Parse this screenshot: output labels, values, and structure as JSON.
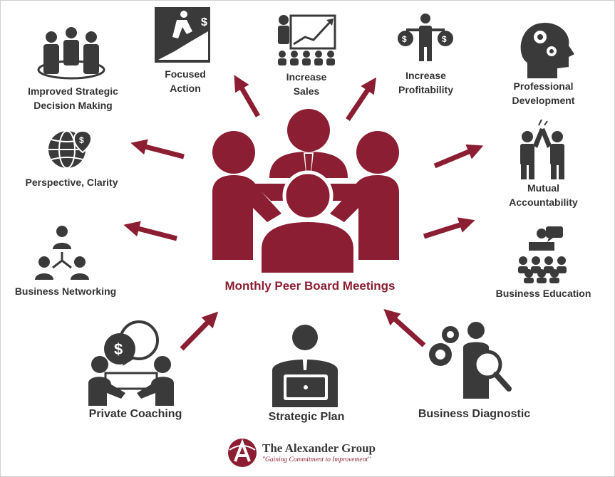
{
  "center": {
    "label": "Monthly Peer Board Meetings"
  },
  "nodes": {
    "improved_strategic": {
      "lines": [
        "Improved Strategic",
        "Decision Making"
      ],
      "icon": "team-icon"
    },
    "focused_action": {
      "lines": [
        "Focused",
        "Action"
      ],
      "icon": "stairs-runner-icon"
    },
    "increase_sales": {
      "lines": [
        "Increase",
        "Sales"
      ],
      "icon": "presentation-chart-icon"
    },
    "increase_profitability": {
      "lines": [
        "Increase",
        "Profitability"
      ],
      "icon": "money-bags-icon"
    },
    "professional_development": {
      "lines": [
        "Professional",
        "Development"
      ],
      "icon": "head-gears-icon"
    },
    "perspective_clarity": {
      "lines": [
        "Perspective, Clarity"
      ],
      "icon": "globe-dollar-pin-icon"
    },
    "mutual_accountability": {
      "lines": [
        "Mutual",
        "Accountability"
      ],
      "icon": "high-five-icon"
    },
    "business_networking": {
      "lines": [
        "Business Networking"
      ],
      "icon": "network-people-icon"
    },
    "business_education": {
      "lines": [
        "Business Education"
      ],
      "icon": "lecture-icon"
    },
    "private_coaching": {
      "lines": [
        "Private Coaching"
      ],
      "icon": "coaching-chat-icon"
    },
    "strategic_plan": {
      "lines": [
        "Strategic Plan"
      ],
      "icon": "laptop-person-icon"
    },
    "business_diagnostic": {
      "lines": [
        "Business Diagnostic"
      ],
      "icon": "magnifier-gears-icon"
    }
  },
  "brand": {
    "name": "The Alexander Group",
    "tagline": "\"Gaining Commitment to Improvement\"",
    "logo_icon": "alexander-logo-icon"
  },
  "colors": {
    "accent": "#8b1e32",
    "icon": "#3a3a3a"
  }
}
